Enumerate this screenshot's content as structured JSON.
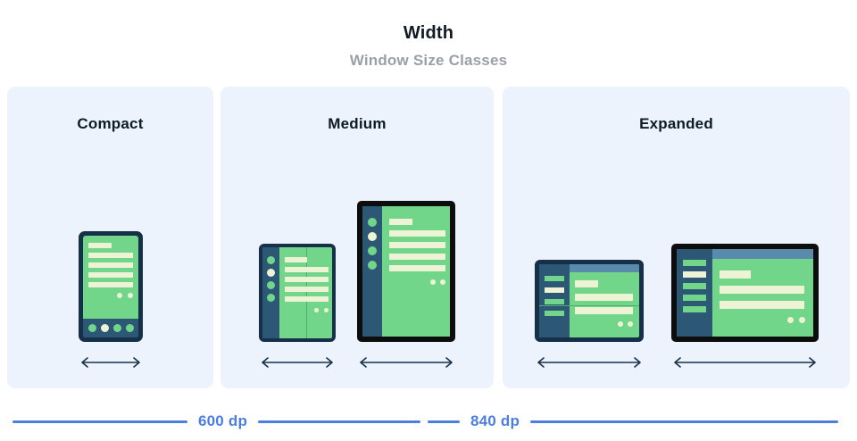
{
  "header": {
    "title": "Width",
    "subtitle": "Window Size Classes"
  },
  "colors": {
    "panel_bg": "#ecf3fd",
    "page_bg": "#ffffff",
    "title": "#0e1a24",
    "subtitle": "#9aa0a6",
    "measure_blue": "#4c7ee0",
    "device_frame_navy": "#17304a",
    "device_frame_black": "#0d0d0d",
    "screen_green": "#71d68a",
    "content_cream": "#eef3d5",
    "nav_rail_slate": "#2d5875",
    "top_app_bar": "#5a8bac",
    "fold_line": "#4fae69"
  },
  "panels": [
    {
      "key": "compact",
      "label": "Compact",
      "devices": [
        {
          "name": "phone-portrait",
          "icon": "phone-device-icon",
          "arrow": "width-arrow-icon"
        }
      ]
    },
    {
      "key": "medium",
      "label": "Medium",
      "devices": [
        {
          "name": "foldable-portrait",
          "icon": "foldable-device-icon",
          "arrow": "width-arrow-icon"
        },
        {
          "name": "tablet-portrait",
          "icon": "tablet-portrait-device-icon",
          "arrow": "width-arrow-icon"
        }
      ]
    },
    {
      "key": "expanded",
      "label": "Expanded",
      "devices": [
        {
          "name": "foldable-landscape",
          "icon": "foldable-landscape-device-icon",
          "arrow": "width-arrow-icon"
        },
        {
          "name": "tablet-landscape",
          "icon": "tablet-landscape-device-icon",
          "arrow": "width-arrow-icon"
        }
      ]
    }
  ],
  "measures": [
    {
      "key": "breakpoint-600",
      "label": "600 dp"
    },
    {
      "key": "breakpoint-840",
      "label": "840 dp"
    }
  ]
}
